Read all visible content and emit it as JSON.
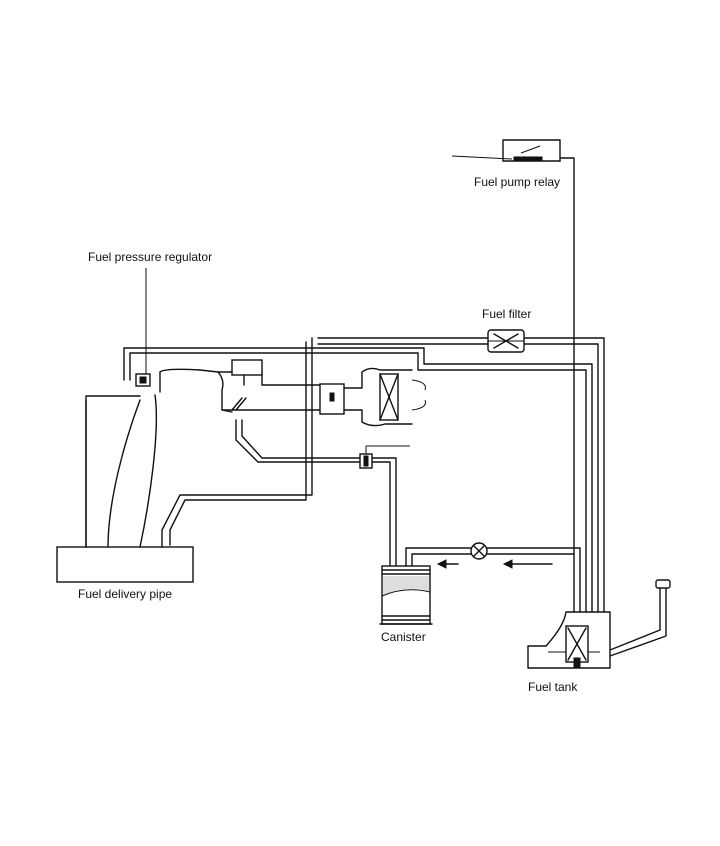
{
  "labels": {
    "fuel_pump_relay": "Fuel pump relay",
    "fuel_pressure_regulator": "Fuel pressure regulator",
    "fuel_filter": "Fuel filter",
    "fuel_delivery_pipe": "Fuel delivery pipe",
    "canister": "Canister",
    "fuel_tank": "Fuel tank"
  },
  "colors": {
    "line": "#111111",
    "background": "#ffffff"
  }
}
